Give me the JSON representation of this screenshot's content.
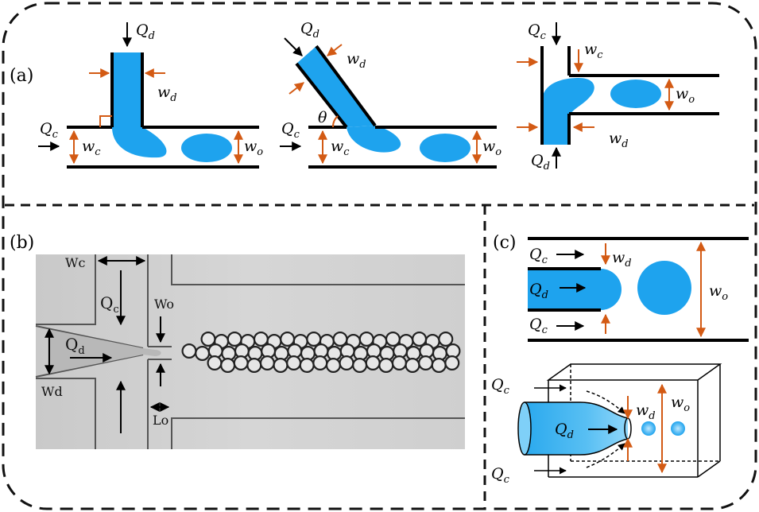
{
  "panels": {
    "a": {
      "label": "(a)",
      "sub1": {
        "qd": "Q",
        "qd_sub": "d",
        "wd": "w",
        "wd_sub": "d",
        "qc": "Q",
        "qc_sub": "c",
        "wc": "w",
        "wc_sub": "c",
        "wo": "w",
        "wo_sub": "o"
      },
      "sub2": {
        "qd": "Q",
        "qd_sub": "d",
        "wd": "w",
        "wd_sub": "d",
        "theta": "θ",
        "qc": "Q",
        "qc_sub": "c",
        "wc": "w",
        "wc_sub": "c",
        "wo": "w",
        "wo_sub": "o"
      },
      "sub3": {
        "qc": "Q",
        "qc_sub": "c",
        "wc": "w",
        "wc_sub": "c",
        "wo": "w",
        "wo_sub": "o",
        "wd": "w",
        "wd_sub": "d",
        "qd": "Q",
        "qd_sub": "d"
      }
    },
    "b": {
      "label": "(b)",
      "wc": "Wc",
      "qc": "Q",
      "qc_sub": "c",
      "wo": "Wo",
      "qd": "Q",
      "qd_sub": "d",
      "wd": "Wd",
      "lo": "Lo"
    },
    "c": {
      "label": "(c)",
      "top": {
        "qc1": "Q",
        "qc1_sub": "c",
        "wd": "w",
        "wd_sub": "d",
        "qd": "Q",
        "qd_sub": "d",
        "qc2": "Q",
        "qc2_sub": "c",
        "wo": "w",
        "wo_sub": "o"
      },
      "bottom": {
        "qc1": "Q",
        "qc1_sub": "c",
        "wd": "w",
        "wd_sub": "d",
        "wo": "w",
        "wo_sub": "o",
        "qd": "Q",
        "qd_sub": "d",
        "qc2": "Q",
        "qc2_sub": "c"
      }
    }
  },
  "colors": {
    "fluid": "#1ea3ee",
    "arrow_orange": "#d35a14",
    "wall": "#000000",
    "dash": "#111111"
  }
}
